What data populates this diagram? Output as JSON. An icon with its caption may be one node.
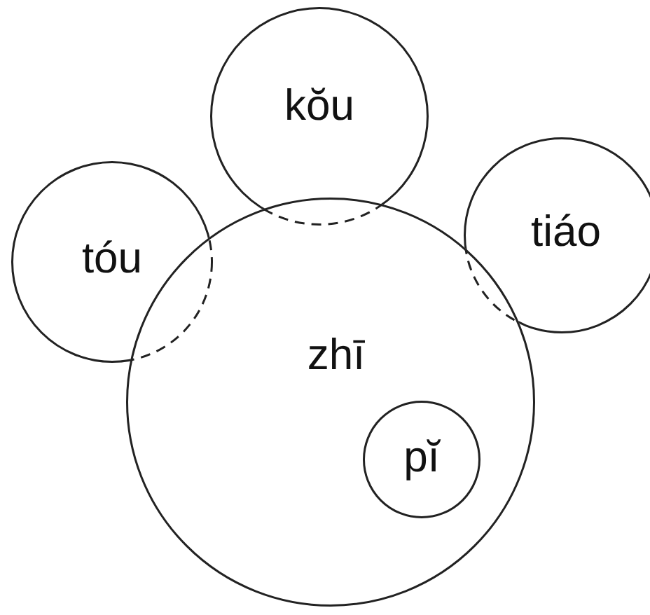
{
  "diagram": {
    "nodes": [
      {
        "text": [
          "kŏu"
        ]
      },
      {
        "text": [
          "tóu"
        ]
      },
      {
        "text": [
          "tiáo"
        ]
      },
      {
        "text": [
          "zhī"
        ]
      },
      {
        "text": [
          "pĭ"
        ],
        "in": 3
      }
    ]
  }
}
